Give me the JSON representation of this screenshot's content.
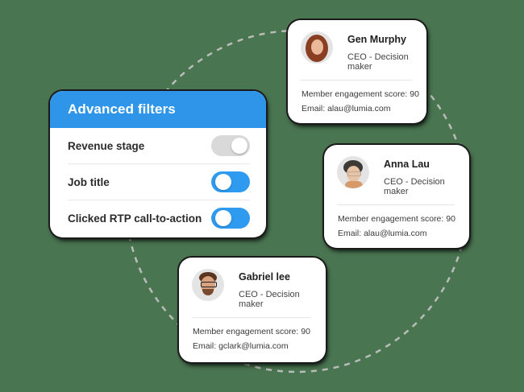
{
  "colors": {
    "background": "#4a7551",
    "accent": "#2e95e8",
    "toggle_on": "#2e9af0",
    "toggle_off": "#d9d9d9",
    "orbit_dash": "#b9bdb9"
  },
  "filters": {
    "title": "Advanced filters",
    "items": [
      {
        "label": "Revenue stage",
        "state": "off"
      },
      {
        "label": "Job title",
        "state": "on"
      },
      {
        "label": "Clicked RTP call-to-action",
        "state": "on"
      }
    ]
  },
  "people": [
    {
      "name": "Gen Murphy",
      "role": "CEO - Decision maker",
      "score_line": "Member engagement score: 90",
      "email_line": "Email: alau@lumia.com",
      "avatar_icon": "woman-curly-hair-avatar"
    },
    {
      "name": "Anna Lau",
      "role": "CEO - Decision maker",
      "score_line": "Member engagement score: 90",
      "email_line": "Email: alau@lumia.com",
      "avatar_icon": "woman-glasses-avatar"
    },
    {
      "name": "Gabriel lee",
      "role": "CEO - Decision maker",
      "score_line": "Member engagement score: 90",
      "email_line": "Email: gclark@lumia.com",
      "avatar_icon": "man-glasses-beard-avatar"
    }
  ]
}
